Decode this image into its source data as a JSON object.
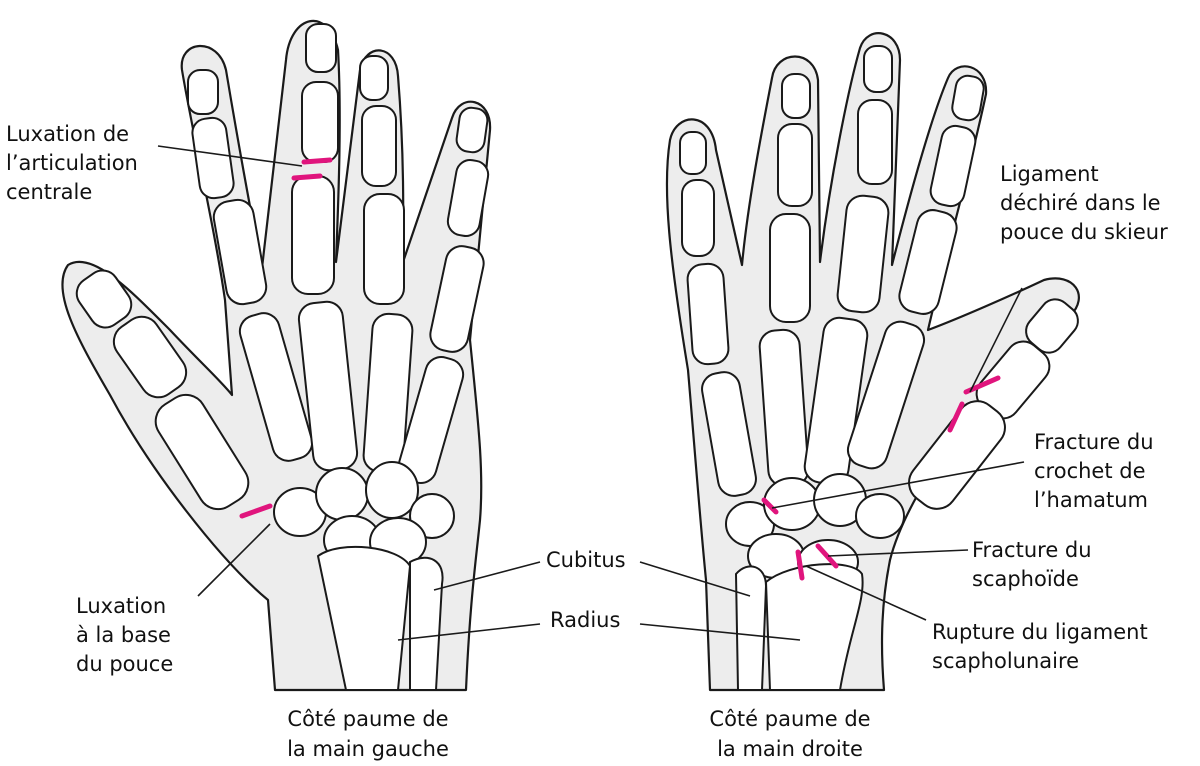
{
  "colors": {
    "injury": "#e0157d",
    "skin": "#ededed",
    "outline": "#1a1a1a",
    "bone": "#ffffff"
  },
  "labels": {
    "luxation_centrale": [
      "Luxation de",
      "l’articulation",
      "centrale"
    ],
    "luxation_pouce": [
      "Luxation",
      "à la base",
      "du pouce"
    ],
    "cubitus": "Cubitus",
    "radius": "Radius",
    "ligament_skieur": [
      "Ligament",
      "déchiré dans le",
      "pouce du skieur"
    ],
    "fracture_hamatum": [
      "Fracture du",
      "crochet de",
      "l’hamatum"
    ],
    "fracture_scaphoide": [
      "Fracture du",
      "scaphoïde"
    ],
    "rupture_ligament": [
      "Rupture du ligament",
      "scapholunaire"
    ]
  },
  "captions": {
    "left": [
      "Côté paume de",
      "la main gauche"
    ],
    "right": [
      "Côté paume de",
      "la main droite"
    ]
  }
}
